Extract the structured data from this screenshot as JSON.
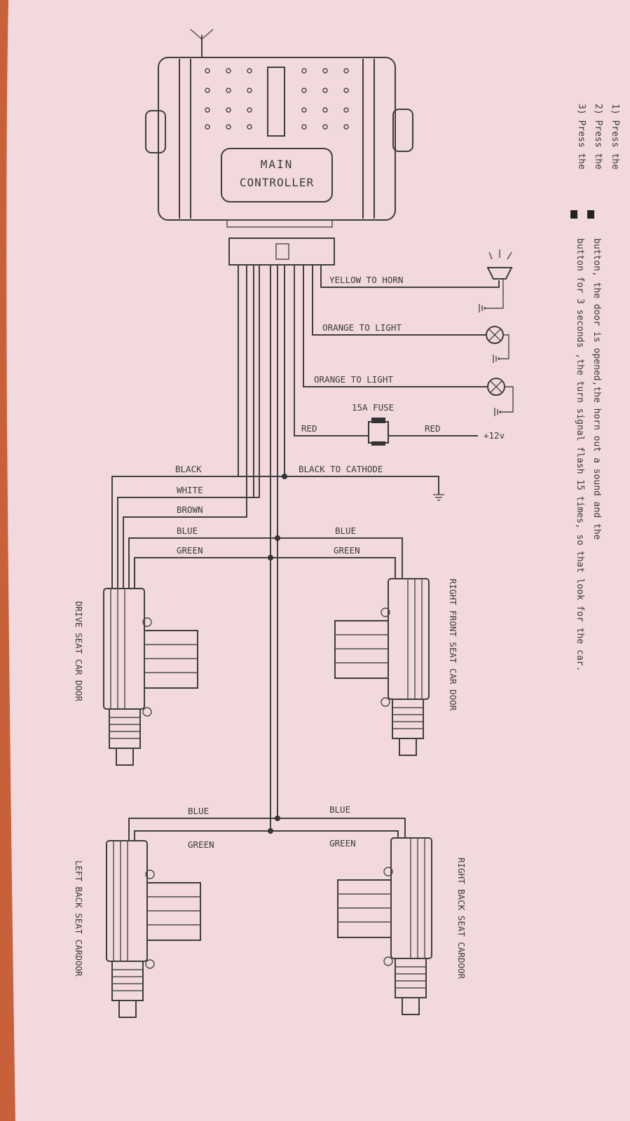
{
  "controller": {
    "line1": "MAIN",
    "line2": "CONTROLLER"
  },
  "wires": {
    "yellow": "YELLOW  TO HORN",
    "orange1": "ORANGE  TO LIGHT",
    "orange2": "ORANGE  TO LIGHT",
    "red_left": "RED",
    "red_right": "RED",
    "fuse": "15A FUSE",
    "plus12": "+12v",
    "black": "BLACK",
    "black_cathode": "BLACK TO CATHODE",
    "white": "WHITE",
    "brown": "BROWN",
    "blue_l": "BLUE",
    "blue_r": "BLUE",
    "green_l": "GREEN",
    "green_r": "GREEN",
    "blue_back_l": "BLUE",
    "blue_back_r": "BLUE",
    "green_back_l": "GREEN",
    "green_back_r": "GREEN"
  },
  "doors": {
    "drive": "DRIVE SEAT CAR DOOR",
    "right_front": "RIGHT FRONT SEAT CAR DOOR",
    "left_back": "LEFT BACK SEAT CARDOOR",
    "right_back": "RIGHT BACK SEAT CARDOOR"
  },
  "instructions": {
    "line1": "1)  Press the",
    "line2": "2)  Press the",
    "line2b": "button, the door is opened,the horn out a sound and the",
    "line3": "3)  Press the",
    "line3b": "button for 3 seconds ,the turn signal flash 15 times, so that look for the car."
  }
}
